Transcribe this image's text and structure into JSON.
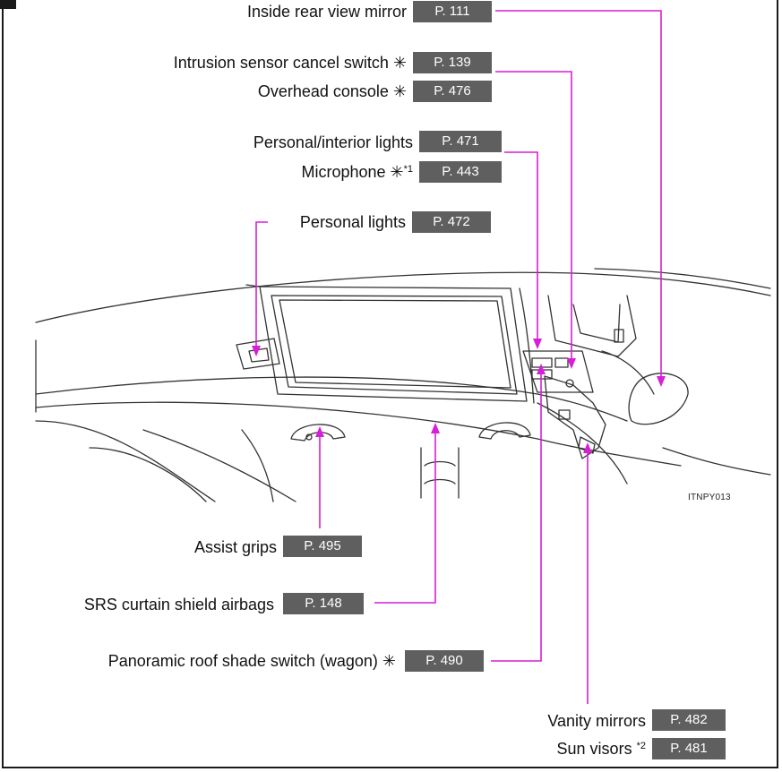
{
  "callouts": [
    {
      "id": "mirror",
      "label": "Inside rear view mirror",
      "page": "P. 111"
    },
    {
      "id": "intrusion",
      "label": "Intrusion sensor cancel switch ✳",
      "page": "P. 139"
    },
    {
      "id": "overhead",
      "label": "Overhead console ✳",
      "page": "P. 476"
    },
    {
      "id": "personal-interior",
      "label": "Personal/interior lights",
      "page": "P. 471"
    },
    {
      "id": "microphone",
      "label": "Microphone ✳",
      "sup": "*1",
      "page": "P. 443"
    },
    {
      "id": "personal",
      "label": "Personal lights",
      "page": "P. 472"
    },
    {
      "id": "assist",
      "label": "Assist grips",
      "page": "P. 495"
    },
    {
      "id": "srs",
      "label": "SRS curtain shield airbags",
      "page": "P. 148"
    },
    {
      "id": "panoramic",
      "label": "Panoramic roof shade switch (wagon) ✳",
      "page": "P. 490"
    },
    {
      "id": "vanity",
      "label": "Vanity mirrors",
      "page": "P. 482"
    },
    {
      "id": "sunvisors",
      "label": "Sun visors",
      "sup": "*2",
      "page": "P. 481"
    }
  ],
  "image_code": "ITNPY013",
  "colors": {
    "leader": "#d61fd6",
    "page_box": "#5f5f5f",
    "line_art": "#333333"
  }
}
